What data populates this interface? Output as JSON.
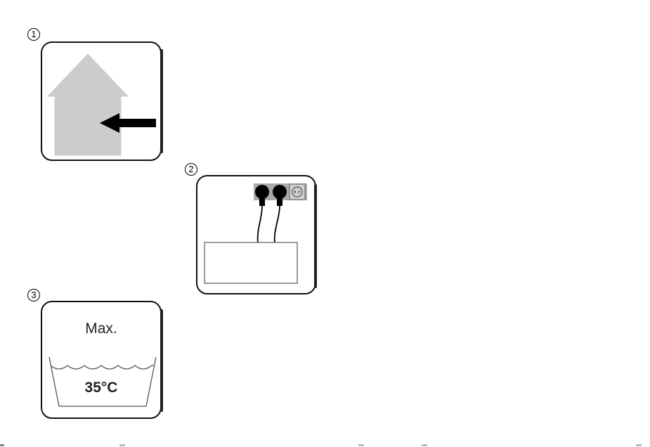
{
  "steps": [
    {
      "number": "1",
      "icon": "house-with-arrow-icon"
    },
    {
      "number": "2",
      "icon": "plugged-in-socket-icon"
    },
    {
      "number": "3",
      "icon": "water-basin-temperature-icon"
    }
  ],
  "step3": {
    "max_label": "Max.",
    "temperature_label": "35°C"
  },
  "colors": {
    "outline": "#111111",
    "house_fill": "#cccccc",
    "arrow": "#000000",
    "socket_panel": "#aaaaaa"
  }
}
